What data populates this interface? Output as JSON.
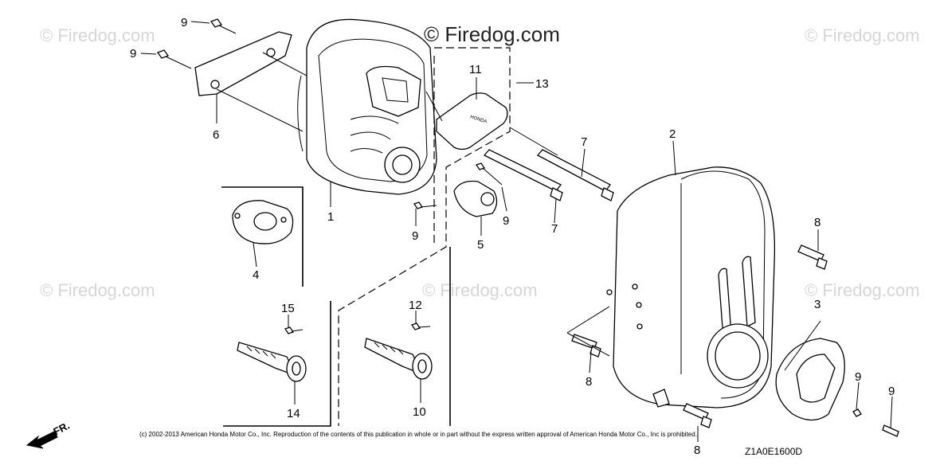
{
  "watermarks": {
    "main": "© Firedog.com",
    "faint": "© Firedog.com"
  },
  "callouts": {
    "n1": "1",
    "n2": "2",
    "n3": "3",
    "n4": "4",
    "n5": "5",
    "n6": "6",
    "n7a": "7",
    "n7b": "7",
    "n8a": "8",
    "n8b": "8",
    "n8c": "8",
    "n9a": "9",
    "n9b": "9",
    "n9c": "9",
    "n9d": "9",
    "n9e": "9",
    "n9f": "9",
    "n10": "10",
    "n11": "11",
    "n12": "12",
    "n13": "13",
    "n14": "14",
    "n15": "15"
  },
  "plate_text": "HONDA",
  "front_arrow": "FR.",
  "copyright": "(c) 2002-2013 American Honda Motor Co., Inc. Reproduction of the contents of this publication in whole or in part without the express written approval of American Honda Motor Co., Inc is prohibited.",
  "diagram_code": "Z1A0E1600D"
}
